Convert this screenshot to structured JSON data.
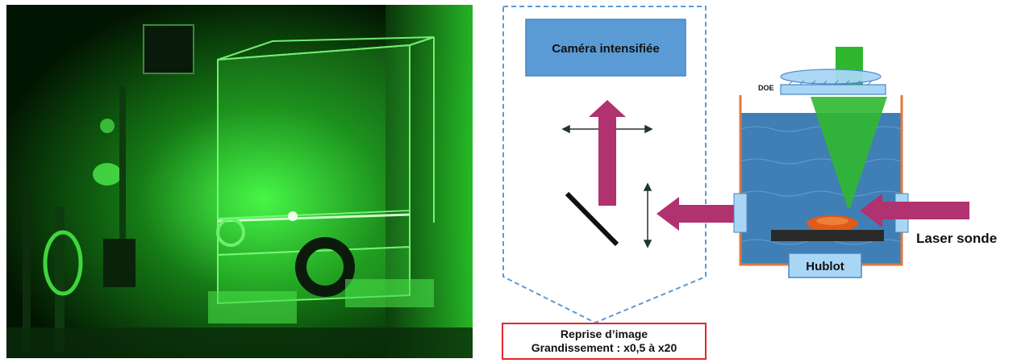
{
  "photo": {
    "caption": ""
  },
  "diagram": {
    "camera_label": "Caméra intensifiée",
    "doe_label": "DOE",
    "laser_label": "Laser sonde",
    "window_label": "Hublot",
    "reprise_line1": "Reprise d’image",
    "reprise_line2": "Grandissement : x0,5 à x20"
  },
  "colors": {
    "camera_fill": "#5b9bd5",
    "camera_border": "#4a86c5",
    "arrow_magenta": "#b0326f",
    "beam_green": "#2fb82f",
    "water": "#3f7fb5",
    "tank_border": "#e07a3a",
    "window_fill": "#a9d6f5",
    "caption_border": "#e0282a",
    "dashed_border": "#5b9bd5"
  }
}
